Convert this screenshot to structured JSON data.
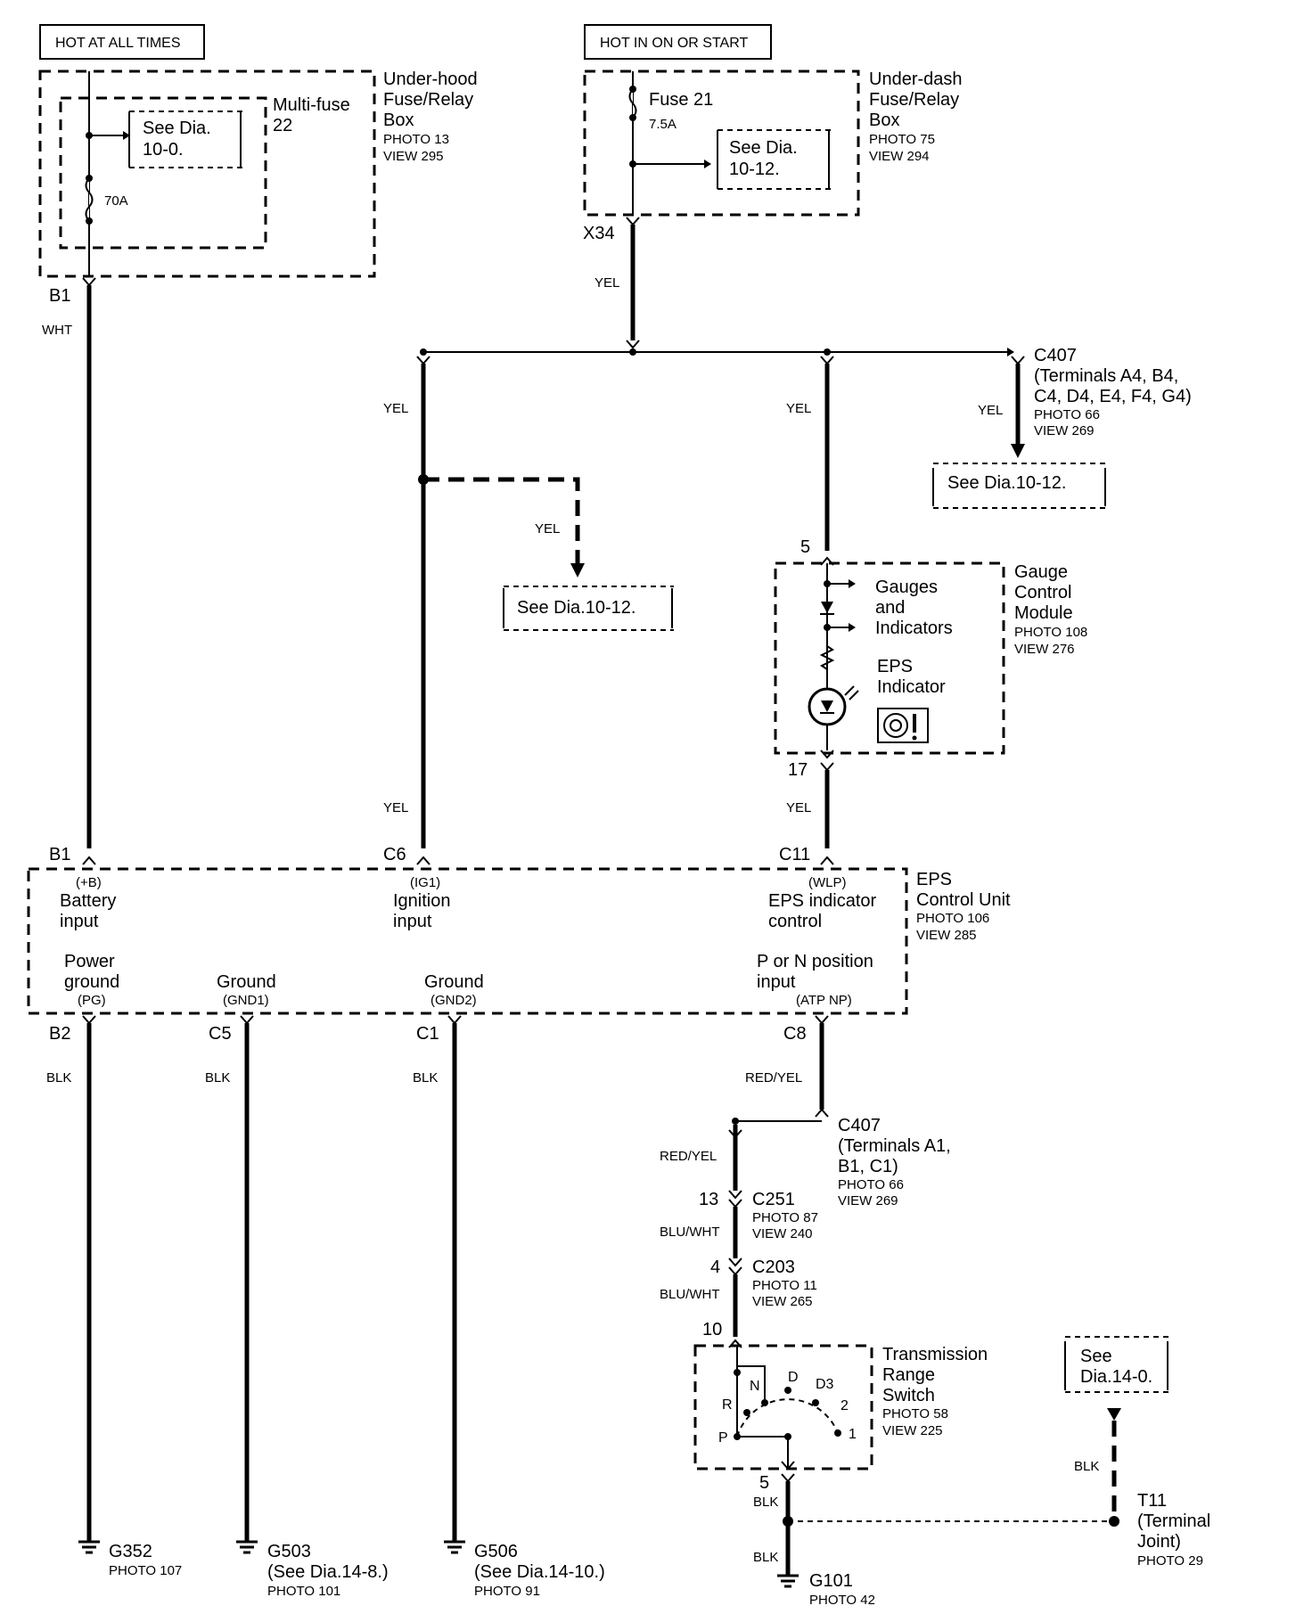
{
  "power_labels": {
    "hot_at_all_times": "HOT AT ALL TIMES",
    "hot_in_on": "HOT IN ON OR START"
  },
  "underhood": {
    "title": [
      "Under-hood",
      "Fuse/Relay",
      "Box"
    ],
    "photo": "PHOTO 13",
    "view": "VIEW 295",
    "multifuse": [
      "Multi-fuse",
      "22"
    ],
    "rating": "70A",
    "see": [
      "See Dia.",
      "10-0."
    ]
  },
  "underdash": {
    "title": [
      "Under-dash",
      "Fuse/Relay",
      "Box"
    ],
    "photo": "PHOTO 75",
    "view": "VIEW 294",
    "fuse": "Fuse 21",
    "rating": "7.5A",
    "see": [
      "See Dia.",
      "10-12."
    ]
  },
  "connectors": {
    "x34": "X34",
    "b1_top": "B1",
    "b1": "B1",
    "c6": "C6",
    "c11": "C11",
    "pin5": "5",
    "pin17": "17",
    "b2": "B2",
    "c5": "C5",
    "c1": "C1",
    "c8": "C8",
    "c251_pin": "13",
    "c203_pin": "4",
    "trs_pin10": "10",
    "trs_pin5": "5"
  },
  "c407_top": {
    "name": "C407",
    "terminals": [
      "(Terminals A4, B4,",
      "C4, D4, E4, F4, G4)"
    ],
    "photo": "PHOTO 66",
    "view": "VIEW 269",
    "see": "See Dia.10-12."
  },
  "see_ign": "See Dia.10-12.",
  "gauge": {
    "title": [
      "Gauge",
      "Control",
      "Module"
    ],
    "photo": "PHOTO 108",
    "view": "VIEW 276",
    "gauges": [
      "Gauges",
      "and",
      "Indicators"
    ],
    "indicator": [
      "EPS",
      "Indicator"
    ]
  },
  "eps": {
    "title": [
      "EPS",
      "Control Unit"
    ],
    "photo": "PHOTO 106",
    "view": "VIEW 285",
    "battery": {
      "code": "(+B)",
      "label": [
        "Battery",
        "input"
      ]
    },
    "ignition": {
      "code": "(IG1)",
      "label": [
        "Ignition",
        "input"
      ]
    },
    "wlp": {
      "code": "(WLP)",
      "label": [
        "EPS indicator",
        "control"
      ]
    },
    "pg": {
      "code": "(PG)",
      "label": [
        "Power",
        "ground"
      ]
    },
    "gnd1": {
      "code": "(GND1)",
      "label": "Ground"
    },
    "gnd2": {
      "code": "(GND2)",
      "label": "Ground"
    },
    "atp": {
      "code": "(ATP NP)",
      "label": [
        "P or N position",
        "input"
      ]
    }
  },
  "c407_bot": {
    "name": "C407",
    "terminals": [
      "(Terminals A1,",
      "B1, C1)"
    ],
    "photo": "PHOTO 66",
    "view": "VIEW 269"
  },
  "c251": {
    "name": "C251",
    "photo": "PHOTO 87",
    "view": "VIEW 240"
  },
  "c203": {
    "name": "C203",
    "photo": "PHOTO 11",
    "view": "VIEW 265"
  },
  "trs": {
    "title": [
      "Transmission",
      "Range",
      "Switch"
    ],
    "photo": "PHOTO 58",
    "view": "VIEW 225",
    "positions": {
      "p": "P",
      "r": "R",
      "n": "N",
      "d": "D",
      "d3": "D3",
      "two": "2",
      "one": "1"
    }
  },
  "see_14_0": [
    "See",
    "Dia.14-0."
  ],
  "t11": {
    "name": "T11",
    "desc": [
      "(Terminal",
      "Joint)"
    ],
    "photo": "PHOTO 29"
  },
  "grounds": {
    "g352": {
      "name": "G352",
      "photo": "PHOTO 107"
    },
    "g503": {
      "name": "G503",
      "see": "(See Dia.14-8.)",
      "photo": "PHOTO 101"
    },
    "g506": {
      "name": "G506",
      "see": "(See Dia.14-10.)",
      "photo": "PHOTO 91"
    },
    "g101": {
      "name": "G101",
      "photo": "PHOTO 42"
    }
  },
  "wires": {
    "wht": "WHT",
    "yel": "YEL",
    "blk": "BLK",
    "red_yel": "RED/YEL",
    "blu_wht": "BLU/WHT"
  }
}
